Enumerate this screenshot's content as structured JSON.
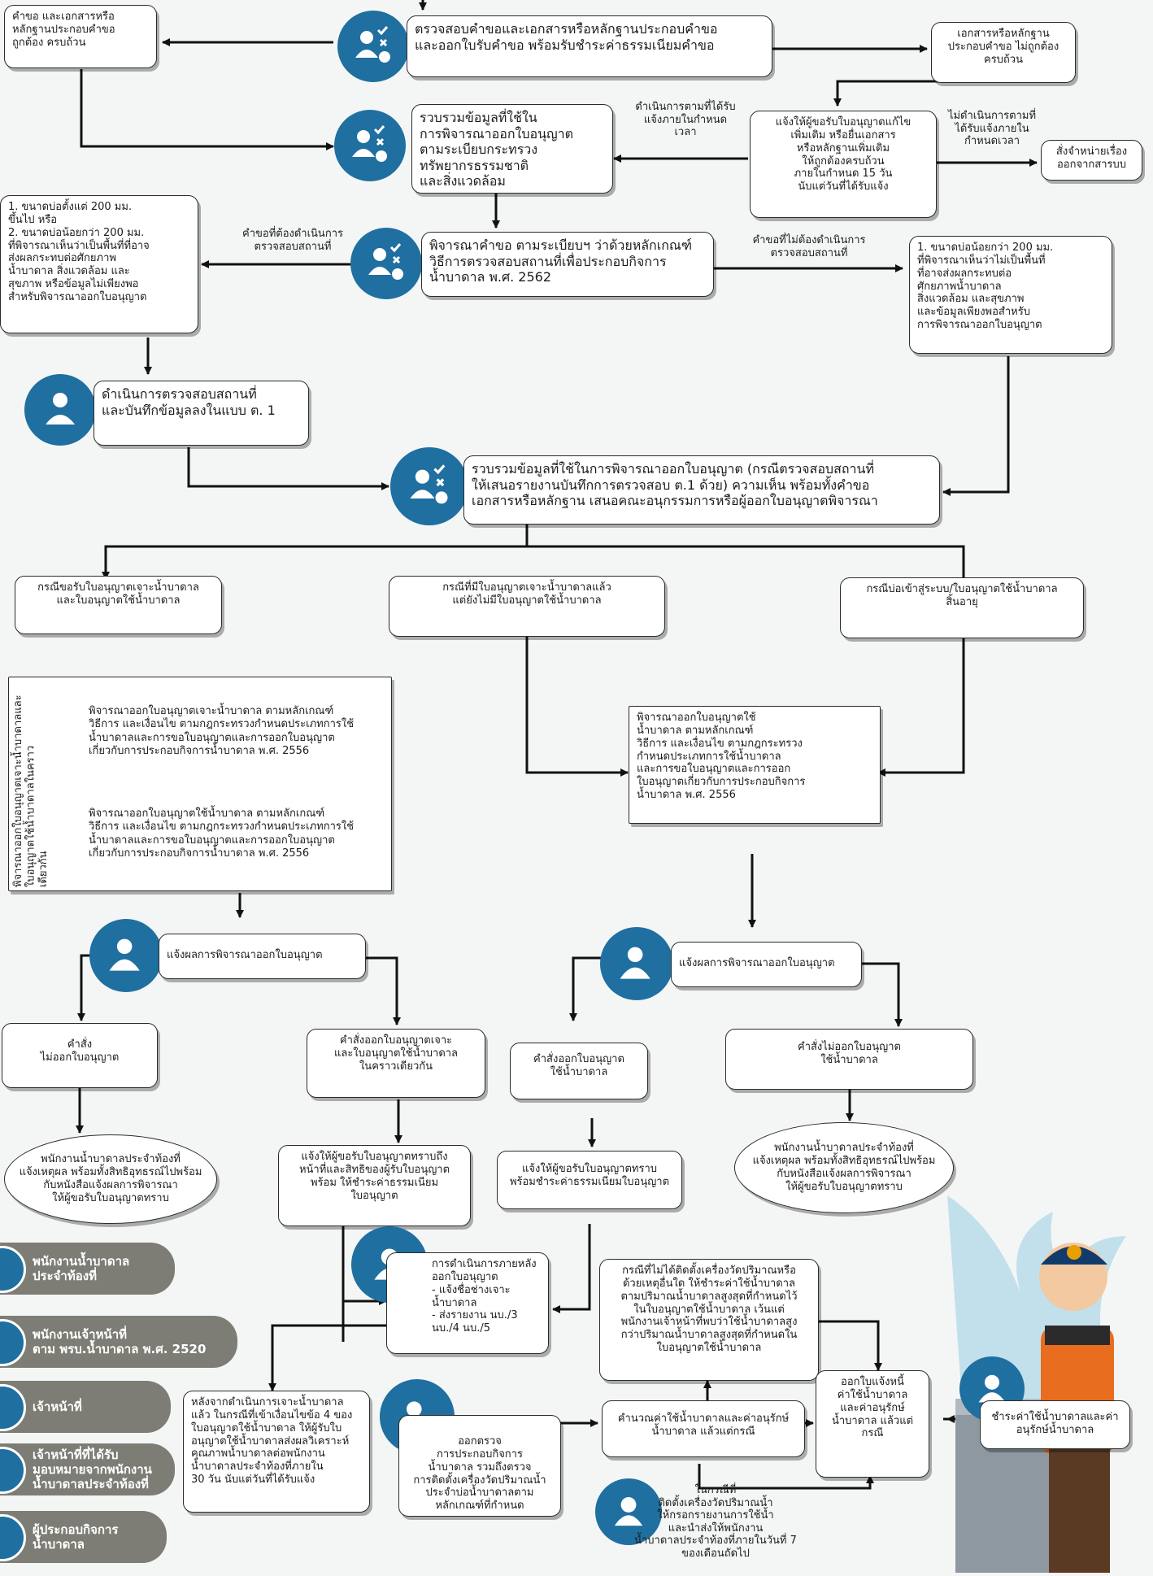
{
  "nodes": {
    "docs_complete": "คำขอ และเอกสารหรือ\nหลักฐานประกอบคำขอ\nถูกต้อง ครบถ้วน",
    "check_docs": "ตรวจสอบคำขอและเอกสารหรือหลักฐานประกอบคำขอ\nและออกใบรับคำขอ พร้อมรับชำระค่าธรรมเนียมคำขอ",
    "docs_incomplete": "เอกสารหรือหลักฐาน\nประกอบคำขอ ไม่ถูกต้อง\nครบถ้วน",
    "collect_info": "รวบรวมข้อมูลที่ใช้ใน\nการพิจารณาออกใบอนุญาต\nตามระเบียบกระทรวง\nทรัพยากรธรรมชาติ\nและสิ่งแวดล้อม",
    "request_fix": "แจ้งให้ผู้ขอรับใบอนุญาตแก้ไข\nเพิ่มเติม หรือยื่นเอกสาร\nหรือหลักฐานเพิ่มเติม\nให้ถูกต้องครบถ้วน\nภายในกำหนด 15 วัน\nนับแต่วันที่ได้รับแจ้ง",
    "remove_case": "สั่งจำหน่ายเรื่อง\nออกจากสารบบ",
    "well_size_conditions": "1. ขนาดบ่อตั้งแต่ 200 มม.\n    ขึ้นไป หรือ\n2. ขนาดบ่อน้อยกว่า 200 มม.\n    ที่พิจารณาเห็นว่าเป็นพื้นที่ที่อาจ\n    ส่งผลกระทบต่อศักยภาพ\n    น้ำบาดาล สิ่งแวดล้อม และ\n    สุขภาพ หรือข้อมูลไม่เพียงพอ\n    สำหรับพิจารณาออกใบอนุญาต",
    "consider_request": "พิจารณาคำขอ ตามระเบียบฯ ว่าด้วยหลักเกณฑ์\nวิธีการตรวจสอบสถานที่เพื่อประกอบกิจการ\nน้ำบาดาล พ.ศ. 2562",
    "small_well": "1. ขนาดบ่อน้อยกว่า 200 มม.\n    ที่พิจารณาเห็นว่าไม่เป็นพื้นที่\n    ที่อาจส่งผลกระทบต่อ\n    ศักยภาพน้ำบาดาล\n    สิ่งแวดล้อม และสุขภาพ\n    และข้อมูลเพียงพอสำหรับ\n    การพิจารณาออกใบอนุญาต",
    "site_inspection": "ดำเนินการตรวจสอบสถานที่\nและบันทึกข้อมูลลงในแบบ ต. 1",
    "collect_propose": "รวบรวมข้อมูลที่ใช้ในการพิจารณาออกใบอนุญาต (กรณีตรวจสอบสถานที่\nให้เสนอรายงานบันทึกการตรวจสอบ ต.1 ด้วย) ความเห็น พร้อมทั้งคำขอ\nเอกสารหรือหลักฐาน เสนอคณะอนุกรรมการหรือผู้ออกใบอนุญาตพิจารณา",
    "case_drill_use": "กรณีขอรับใบอนุญาตเจาะน้ำบาดาล\nและใบอนุญาตใช้น้ำบาดาล",
    "case_drill_only": "กรณีที่มีใบอนุญาตเจาะน้ำบาดาลแล้ว\nแต่ยังไม่มีใบอนุญาตใช้น้ำบาดาล",
    "case_system_entry": "กรณีบ่อเข้าสู่ระบบ/ใบอนุญาตใช้น้ำบาดาล\nสิ้นอายุ",
    "side_label": "พิจารณาออกใบอนุญาตเจาะน้ำบาดาลและ\nใบอนุญาตใช้น้ำบาดาลในคราว\nเดียวกัน",
    "consider_drill": "พิจารณาออกใบอนุญาตเจาะน้ำบาดาล ตามหลักเกณฑ์\nวิธีการ และเงื่อนไข ตามกฎกระทรวงกำหนดประเภทการใช้\nน้ำบาดาลและการขอใบอนุญาตและการออกใบอนุญาต\nเกี่ยวกับการประกอบกิจการน้ำบาดาล พ.ศ. 2556",
    "consider_use": "พิจารณาออกใบอนุญาตใช้น้ำบาดาล ตามหลักเกณฑ์\nวิธีการ และเงื่อนไข ตามกฎกระทรวงกำหนดประเภทการใช้\nน้ำบาดาลและการขอใบอนุญาตและการออกใบอนุญาต\nเกี่ยวกับการประกอบกิจการน้ำบาดาล พ.ศ. 2556",
    "consider_use_license": "พิจารณาออกใบอนุญาตใช้\nน้ำบาดาล ตามหลักเกณฑ์\nวิธีการ และเงื่อนไข ตามกฎกระทรวง\nกำหนดประเภทการใช้น้ำบาดาล\nและการขอใบอนุญาตและการออก\nใบอนุญาตเกี่ยวกับการประกอบกิจการ\nน้ำบาดาล พ.ศ. 2556",
    "notify_left": "แจ้งผลการพิจารณาออกใบอนุญาต",
    "notify_right": "แจ้งผลการพิจารณาออกใบอนุญาต",
    "order_no_license_left": "คำสั่ง\nไม่ออกใบอนุญาต",
    "order_issue_both": "คำสั่งออกใบอนุญาตเจาะ\nและใบอนุญาตใช้น้ำบาดาล\nในคราวเดียวกัน",
    "order_issue_use": "คำสั่งออกใบอนุญาต\nใช้น้ำบาดาล",
    "order_no_license_right": "คำสั่งไม่ออกใบอนุญาต\nใช้น้ำบาดาล",
    "officer_notify_left": "พนักงานน้ำบาดาลประจำท้องที่\nแจ้งเหตุผล พร้อมทั้งสิทธิอุทธรณ์ไปพร้อม\nกับหนังสือแจ้งผลการพิจารณา\nให้ผู้ขอรับใบอนุญาตทราบ",
    "notify_duties": "แจ้งให้ผู้ขอรับใบอนุญาตทราบถึง\nหน้าที่และสิทธิของผู้รับใบอนุญาต\nพร้อม ให้ชำระค่าธรรมเนียม\nใบอนุญาต",
    "notify_fee": "แจ้งให้ผู้ขอรับใบอนุญาตทราบ\nพร้อมชำระค่าธรรมเนียมใบอนุญาต",
    "officer_notify_right": "พนักงานน้ำบาดาลประจำท้องที่\nแจ้งเหตุผล พร้อมทั้งสิทธิอุทธรณ์ไปพร้อม\nกับหนังสือแจ้งผลการพิจารณา\nให้ผู้ขอรับใบอนุญาตทราบ",
    "after_drilling": "การดำเนินการภายหลัง\nออกใบอนุญาต\n- แจ้งชื่อช่างเจาะ\nน้ำบาดาล\n- ส่งรายงาน นบ./3\nนบ./4  นบ./5",
    "no_meter": "กรณีที่ไม่ได้ติดตั้งเครื่องวัดปริมาณหรือ\nด้วยเหตุอื่นใด ให้ชำระค่าใช้น้ำบาดาล\nตามปริมาณน้ำบาดาลสูงสุดที่กำหนดไว้\nในใบอนุญาตใช้น้ำบาดาล เว้นแต่\nพนักงานเจ้าหน้าที่พบว่าใช้น้ำบาดาลสูง\nกว่าปริมาณน้ำบาดาลสูงสุดที่กำหนดใน\nใบอนุญาตใช้น้ำบาดาล",
    "water_quality": "หลังจากดำเนินการเจาะน้ำบาดาล\nแล้ว ในกรณีที่เข้าเงื่อนไขข้อ 4 ของ\nใบอนุญาตใช้น้ำบาดาล ให้ผู้รับใบ\nอนุญาตใช้น้ำบาดาลส่งผลวิเคราะห์\nคุณภาพน้ำบาดาลต่อพนักงาน\nน้ำบาดาลประจำท้องที่ภายใน\n30 วัน นับแต่วันที่ได้รับแจ้ง",
    "inspect_business": "ออกตรวจ\nการประกอบกิจการ\nน้ำบาดาล รวมถึงตรวจ\nการติดตั้งเครื่องวัดปริมาณน้ำ\nประจำบ่อน้ำบาดาลตาม\nหลักเกณฑ์ที่กำหนด",
    "calculate_fee": "คำนวณค่าใช้น้ำบาดาลและค่าอนุรักษ์\nน้ำบาดาล แล้วแต่กรณี",
    "issue_invoice": "ออกใบแจ้งหนี้\nค่าใช้น้ำบาดาล\nและค่าอนุรักษ์\nน้ำบาดาล แล้วแต่\nกรณี",
    "meter_report": "ในกรณีที่\nติดตั้งเครื่องวัดปริมาณน้ำ\nให้กรอกรายงานการใช้น้ำ\nและนำส่งให้พนักงาน\nน้ำบาดาลประจำท้องที่ภายในวันที่ 7\nของเดือนถัดไป",
    "pay_fee": "ชำระค่าใช้น้ำบาดาลและค่า\nอนุรักษ์น้ำบาดาล"
  },
  "labels": {
    "done_in_time": "ดำเนินการตามที่ได้รับ\nแจ้งภายในกำหนด\nเวลา",
    "not_done_in_time": "ไม่ดำเนินการตามที่\nได้รับแจ้งภายใน\nกำหนดเวลา",
    "need_inspection": "คำขอที่ต้องดำเนินการ\nตรวจสอบสถานที่",
    "no_inspection": "คำขอที่ไม่ต้องดำเนินการ\nตรวจสอบสถานที่"
  },
  "legend": [
    "พนักงานน้ำบาดาล\nประจำท้องที่",
    "พนักงานเจ้าหน้าที่\nตาม พรบ.น้ำบาดาล พ.ศ. 2520",
    "เจ้าหน้าที่",
    "เจ้าหน้าที่ที่ได้รับ\nมอบหมายจากพนักงาน\nน้ำบาดาลประจำท้องที่",
    "ผู้ประกอบกิจการ\nน้ำบาดาล"
  ],
  "colors": {
    "icon_blue": "#1f6fa0",
    "legend_gray": "#7d7d76"
  }
}
